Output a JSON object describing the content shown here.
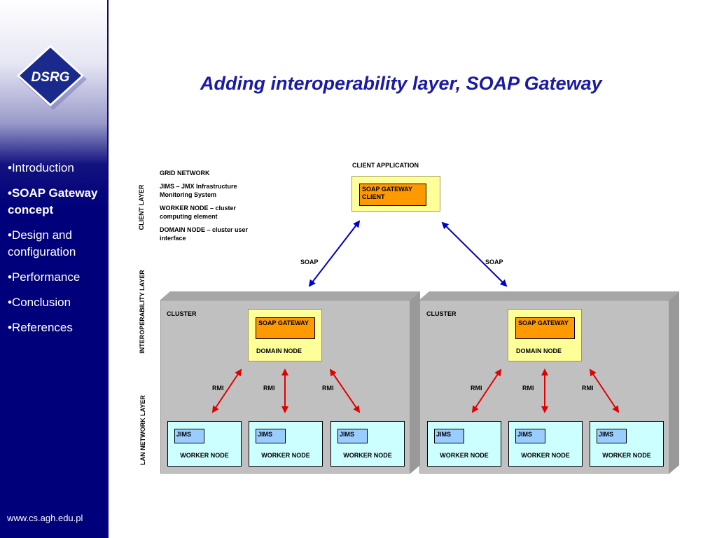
{
  "logo": {
    "text": "DSRG"
  },
  "nav": [
    {
      "label": "•Introduction"
    },
    {
      "label": "•SOAP Gateway concept"
    },
    {
      "label": "•Design and configuration"
    },
    {
      "label": "•Performance"
    },
    {
      "label": "•Conclusion"
    },
    {
      "label": "•References"
    }
  ],
  "footer_url": "www.cs.agh.edu.pl",
  "title": "Adding interoperability layer, SOAP Gateway",
  "layers": {
    "client": "CLIENT  LAYER",
    "interop": "INTEROPERABILITY LAYER",
    "lan": "LAN NETWORK LAYER"
  },
  "legend": {
    "grid": "GRID NETWORK",
    "jims": "JIMS – JMX Infrastructure Monitoring System",
    "worker": "WORKER NODE – cluster computing element",
    "domain": "DOMAIN NODE – cluster user interface"
  },
  "client_app": {
    "label": "CLIENT APPLICATION",
    "client_box": "SOAP GATEWAY CLIENT"
  },
  "soap_labels": [
    "SOAP",
    "SOAP"
  ],
  "clusters": [
    {
      "label": "CLUSTER",
      "gateway": "SOAP GATEWAY",
      "domain": "DOMAIN NODE",
      "rmi": [
        "RMI",
        "RMI",
        "RMI"
      ],
      "workers": [
        {
          "jims": "JIMS",
          "label": "WORKER NODE"
        },
        {
          "jims": "JIMS",
          "label": "WORKER NODE"
        },
        {
          "jims": "JIMS",
          "label": "WORKER NODE"
        }
      ]
    },
    {
      "label": "CLUSTER",
      "gateway": "SOAP GATEWAY",
      "domain": "DOMAIN NODE",
      "rmi": [
        "RMI",
        "RMI",
        "RMI"
      ],
      "workers": [
        {
          "jims": "JIMS",
          "label": "WORKER NODE"
        },
        {
          "jims": "JIMS",
          "label": "WORKER NODE"
        },
        {
          "jims": "JIMS",
          "label": "WORKER NODE"
        }
      ]
    }
  ],
  "colors": {
    "sidebar": "#00007a",
    "title": "#1a1aa6",
    "soap_arrow": "#0000cc",
    "rmi_arrow": "#e00000",
    "gateway_box": "#ff9900",
    "node_fill": "#ffff99",
    "worker_fill": "#ccffff",
    "jims_fill": "#99ccff"
  }
}
